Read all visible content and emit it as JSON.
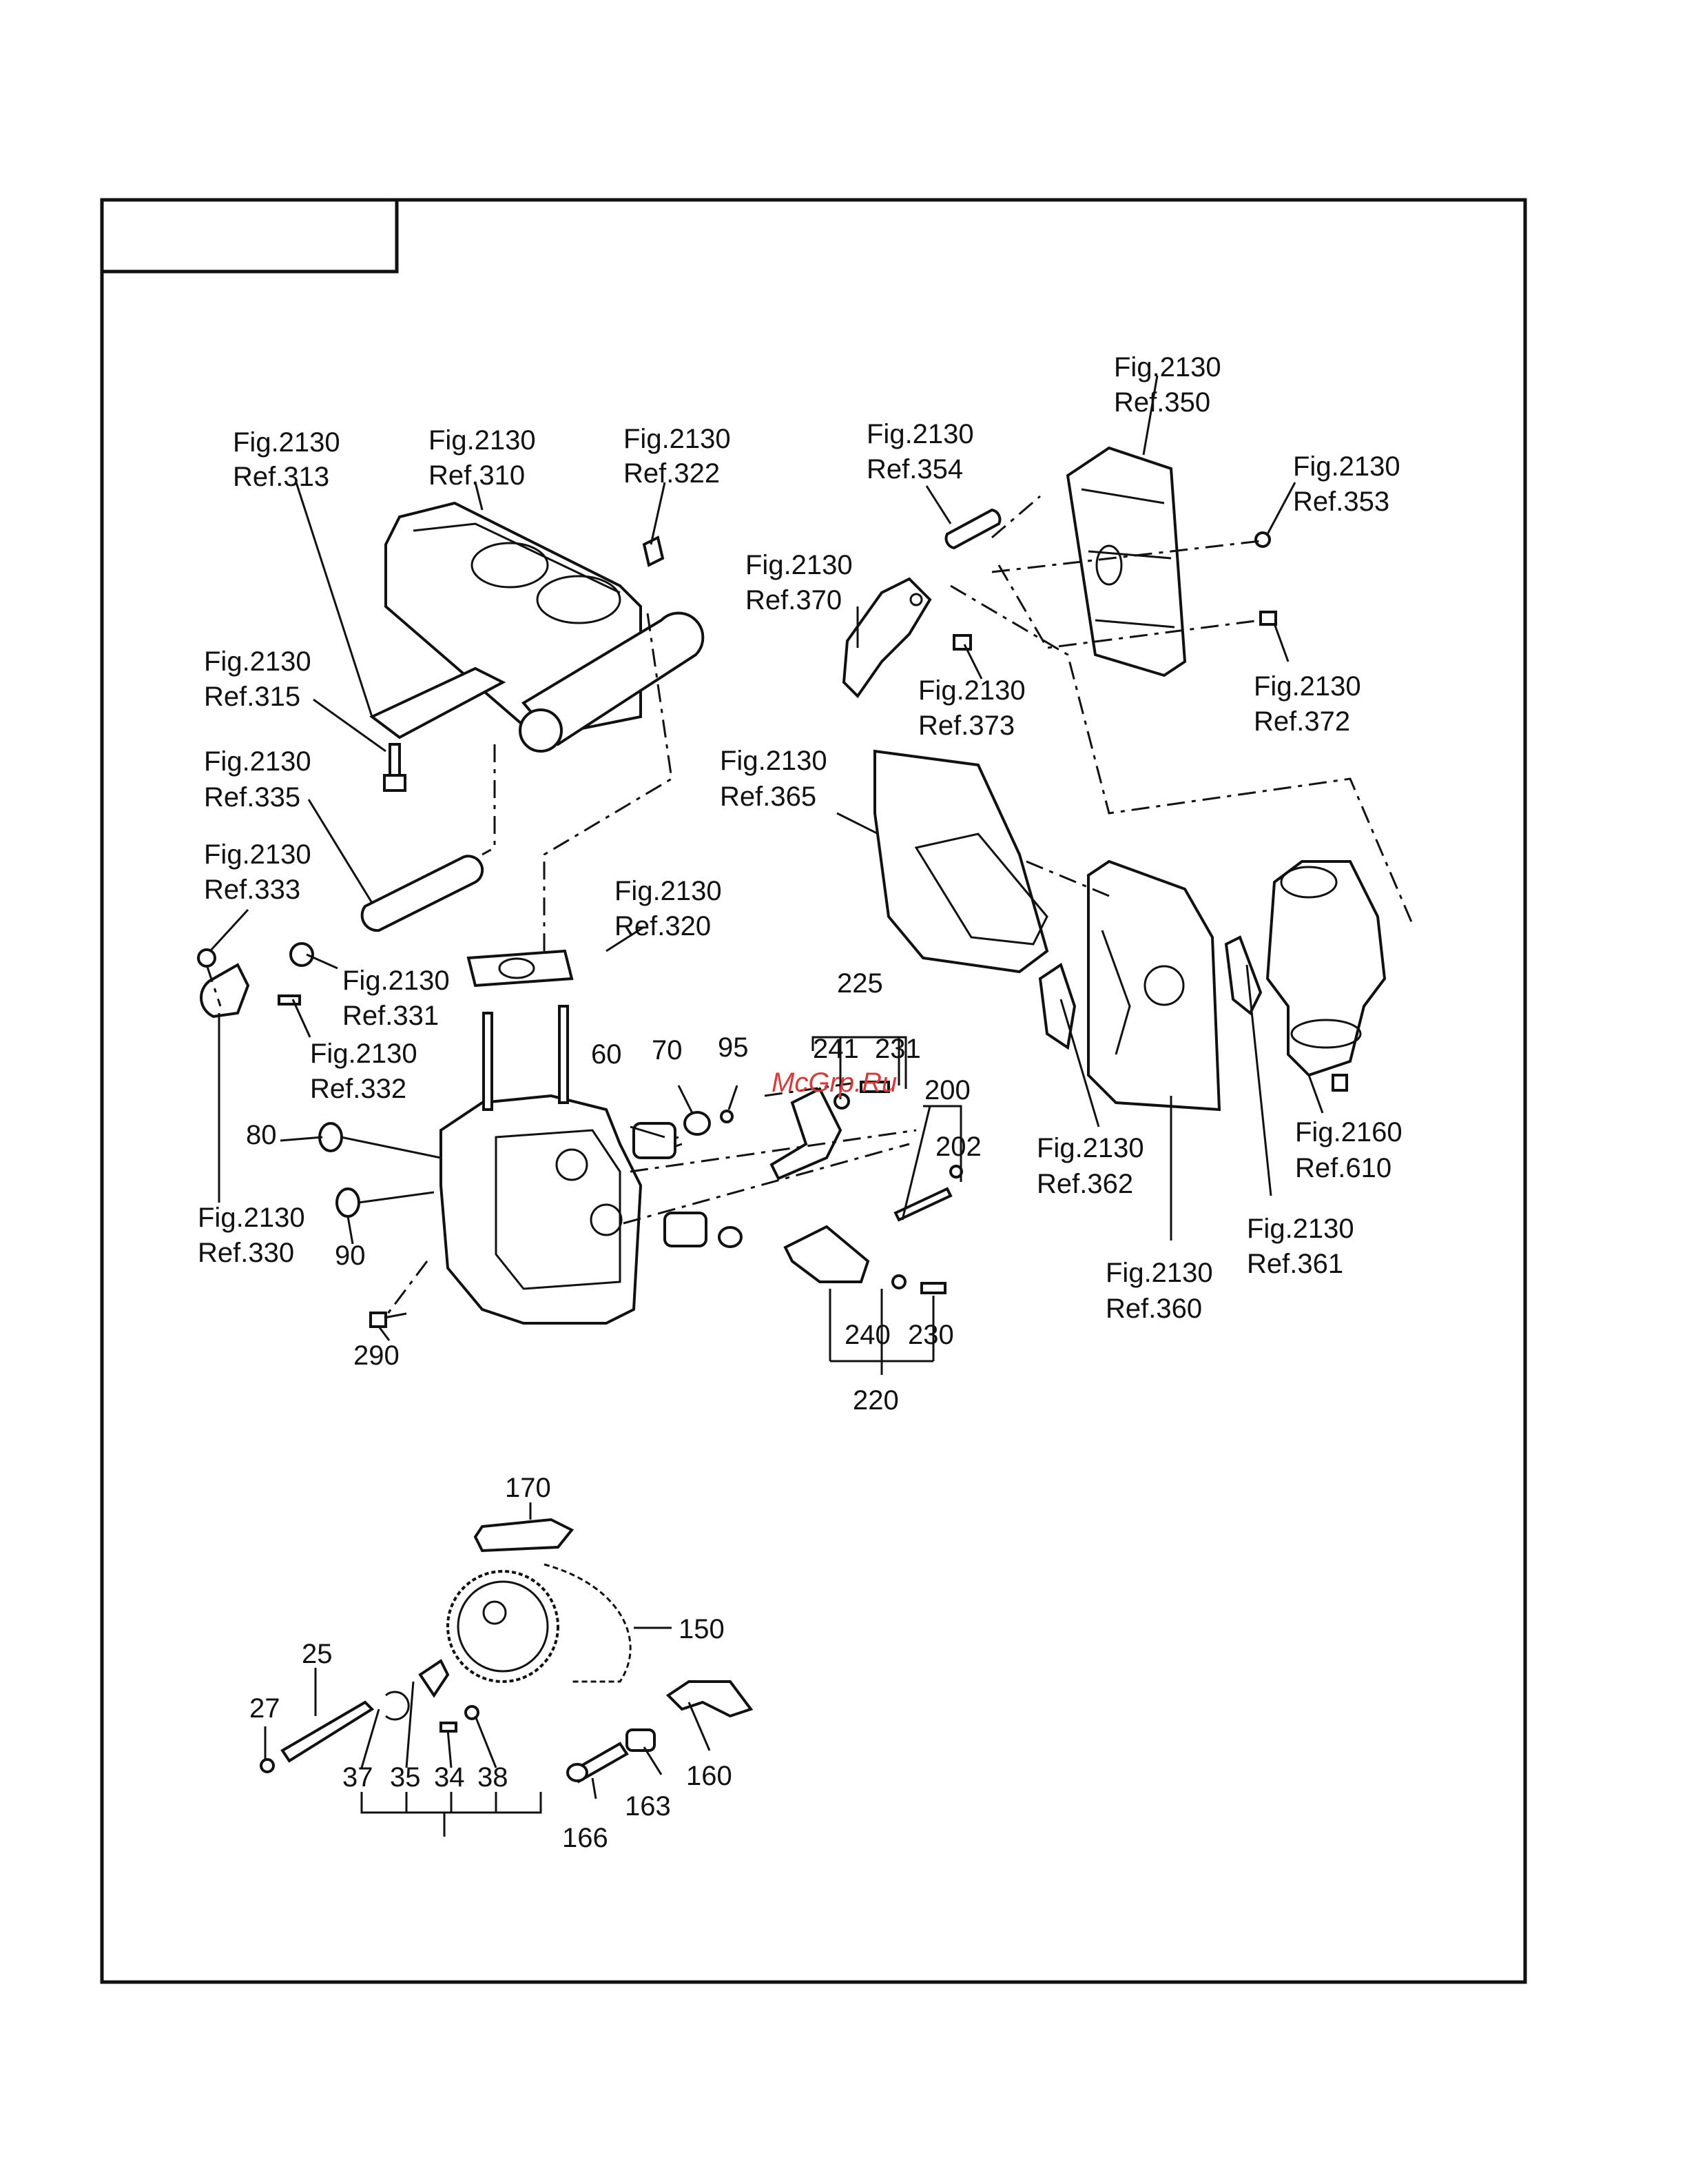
{
  "fig_labels": {
    "r313": {
      "fig": "Fig.2130",
      "ref": "Ref.313"
    },
    "r310": {
      "fig": "Fig.2130",
      "ref": "Ref.310"
    },
    "r322": {
      "fig": "Fig.2130",
      "ref": "Ref.322"
    },
    "r315": {
      "fig": "Fig.2130",
      "ref": "Ref.315"
    },
    "r335": {
      "fig": "Fig.2130",
      "ref": "Ref.335"
    },
    "r333": {
      "fig": "Fig.2130",
      "ref": "Ref.333"
    },
    "r320": {
      "fig": "Fig.2130",
      "ref": "Ref.320"
    },
    "r331": {
      "fig": "Fig.2130",
      "ref": "Ref.331"
    },
    "r332": {
      "fig": "Fig.2130",
      "ref": "Ref.332"
    },
    "r330": {
      "fig": "Fig.2130",
      "ref": "Ref.330"
    },
    "r350": {
      "fig": "Fig.2130",
      "ref": "Ref.350"
    },
    "r354": {
      "fig": "Fig.2130",
      "ref": "Ref.354"
    },
    "r353": {
      "fig": "Fig.2130",
      "ref": "Ref.353"
    },
    "r370": {
      "fig": "Fig.2130",
      "ref": "Ref.370"
    },
    "r373": {
      "fig": "Fig.2130",
      "ref": "Ref.373"
    },
    "r372": {
      "fig": "Fig.2130",
      "ref": "Ref.372"
    },
    "r365": {
      "fig": "Fig.2130",
      "ref": "Ref.365"
    },
    "r362": {
      "fig": "Fig.2130",
      "ref": "Ref.362"
    },
    "r360": {
      "fig": "Fig.2130",
      "ref": "Ref.360"
    },
    "r361": {
      "fig": "Fig.2130",
      "ref": "Ref.361"
    },
    "r610": {
      "fig": "Fig.2160",
      "ref": "Ref.610"
    }
  },
  "part_numbers": {
    "p225": "225",
    "p241": "241",
    "p231": "231",
    "p60": "60",
    "p70": "70",
    "p95": "95",
    "p200": "200",
    "p202": "202",
    "p80": "80",
    "p90": "90",
    "p290": "290",
    "p240": "240",
    "p230": "230",
    "p220": "220",
    "p170": "170",
    "p150": "150",
    "p160": "160",
    "p163": "163",
    "p166": "166",
    "p25": "25",
    "p27": "27",
    "p37": "37",
    "p35": "35",
    "p34": "34",
    "p38": "38"
  },
  "watermark": "McGrp.Ru"
}
